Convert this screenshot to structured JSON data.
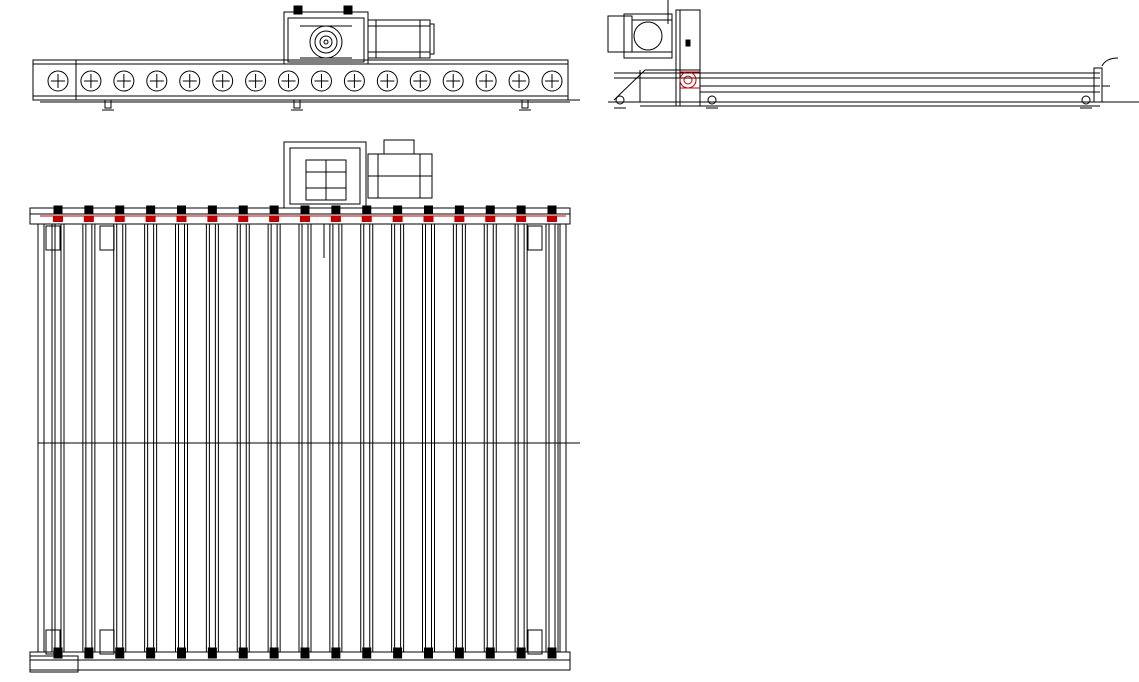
{
  "drawing": {
    "views": [
      {
        "name": "front-elevation-view",
        "roller_count": 16
      },
      {
        "name": "side-elevation-view"
      },
      {
        "name": "plan-view",
        "roller_count": 17
      }
    ],
    "colors": {
      "line": "#000000",
      "highlight": "#c00000",
      "background": "#ffffff"
    }
  }
}
